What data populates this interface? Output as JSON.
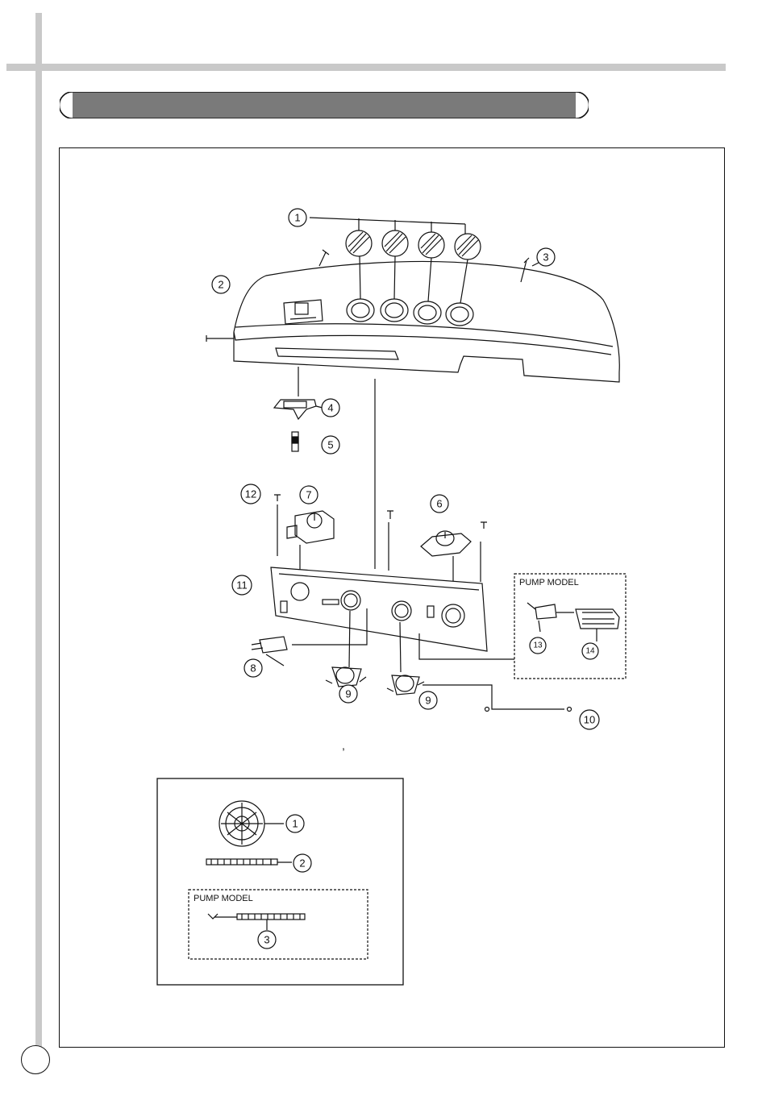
{
  "main_diagram": {
    "callouts": [
      {
        "key": "c1",
        "label": "1"
      },
      {
        "key": "c2",
        "label": "2"
      },
      {
        "key": "c3",
        "label": "3"
      },
      {
        "key": "c4",
        "label": "4"
      },
      {
        "key": "c5",
        "label": "5"
      },
      {
        "key": "c6",
        "label": "6"
      },
      {
        "key": "c7",
        "label": "7"
      },
      {
        "key": "c8",
        "label": "8"
      },
      {
        "key": "c9a",
        "label": "9"
      },
      {
        "key": "c9b",
        "label": "9"
      },
      {
        "key": "c10",
        "label": "10"
      },
      {
        "key": "c11",
        "label": "11"
      },
      {
        "key": "c12",
        "label": "12"
      },
      {
        "key": "c13",
        "label": "13"
      },
      {
        "key": "c14",
        "label": "14"
      }
    ],
    "pump_box_label": "PUMP MODEL",
    "stray_mark": ","
  },
  "accessory_diagram": {
    "callouts": [
      {
        "key": "a1",
        "label": "1"
      },
      {
        "key": "a2",
        "label": "2"
      },
      {
        "key": "a3",
        "label": "3"
      }
    ],
    "pump_box_label": "PUMP MODEL"
  }
}
